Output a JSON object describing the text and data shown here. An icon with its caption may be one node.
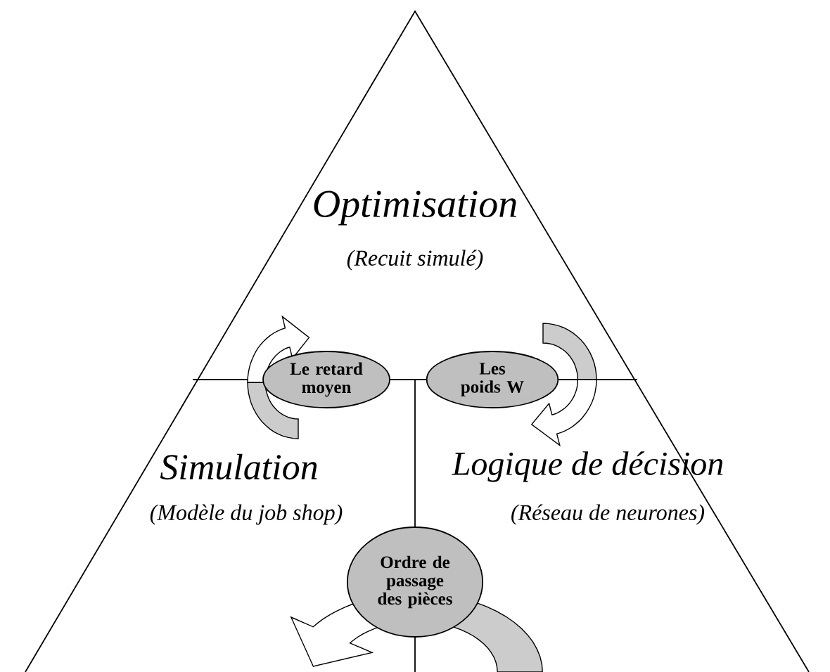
{
  "diagram": {
    "nodes": [
      {
        "text": [
          "Le retard moyen"
        ]
      },
      {
        "text": [
          "Les poids W"
        ]
      },
      {
        "text": [
          "Ordre de passage des pièces"
        ]
      }
    ],
    "labels": [
      "Optimisation",
      "(Recuit simulé)",
      "Simulation",
      "(Modèle du job shop)",
      "Logique de décision",
      "(Réseau de neurones)"
    ]
  }
}
